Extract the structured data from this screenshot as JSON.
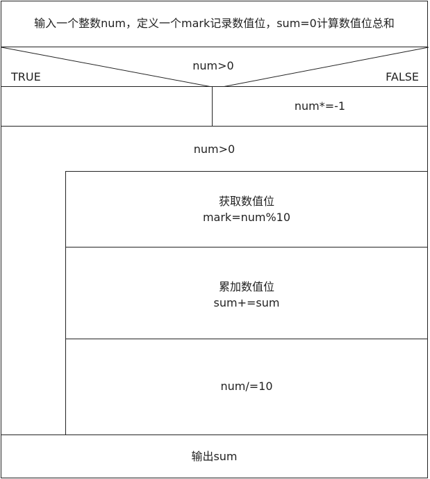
{
  "diagram": {
    "input": "输入一个整数num，定义一个mark记录数值位，sum=0计算数值位总和",
    "condition": {
      "text": "num>0",
      "true_label": "TRUE",
      "false_label": "FALSE",
      "true_branch": "",
      "false_branch": "num*=-1"
    },
    "loop": {
      "condition": "num>0",
      "steps": [
        {
          "line1": "获取数值位",
          "line2": "mark=num%10"
        },
        {
          "line1": "累加数值位",
          "line2": "sum+=sum"
        },
        {
          "line1": "num/=10",
          "line2": ""
        }
      ]
    },
    "output": "输出sum"
  }
}
